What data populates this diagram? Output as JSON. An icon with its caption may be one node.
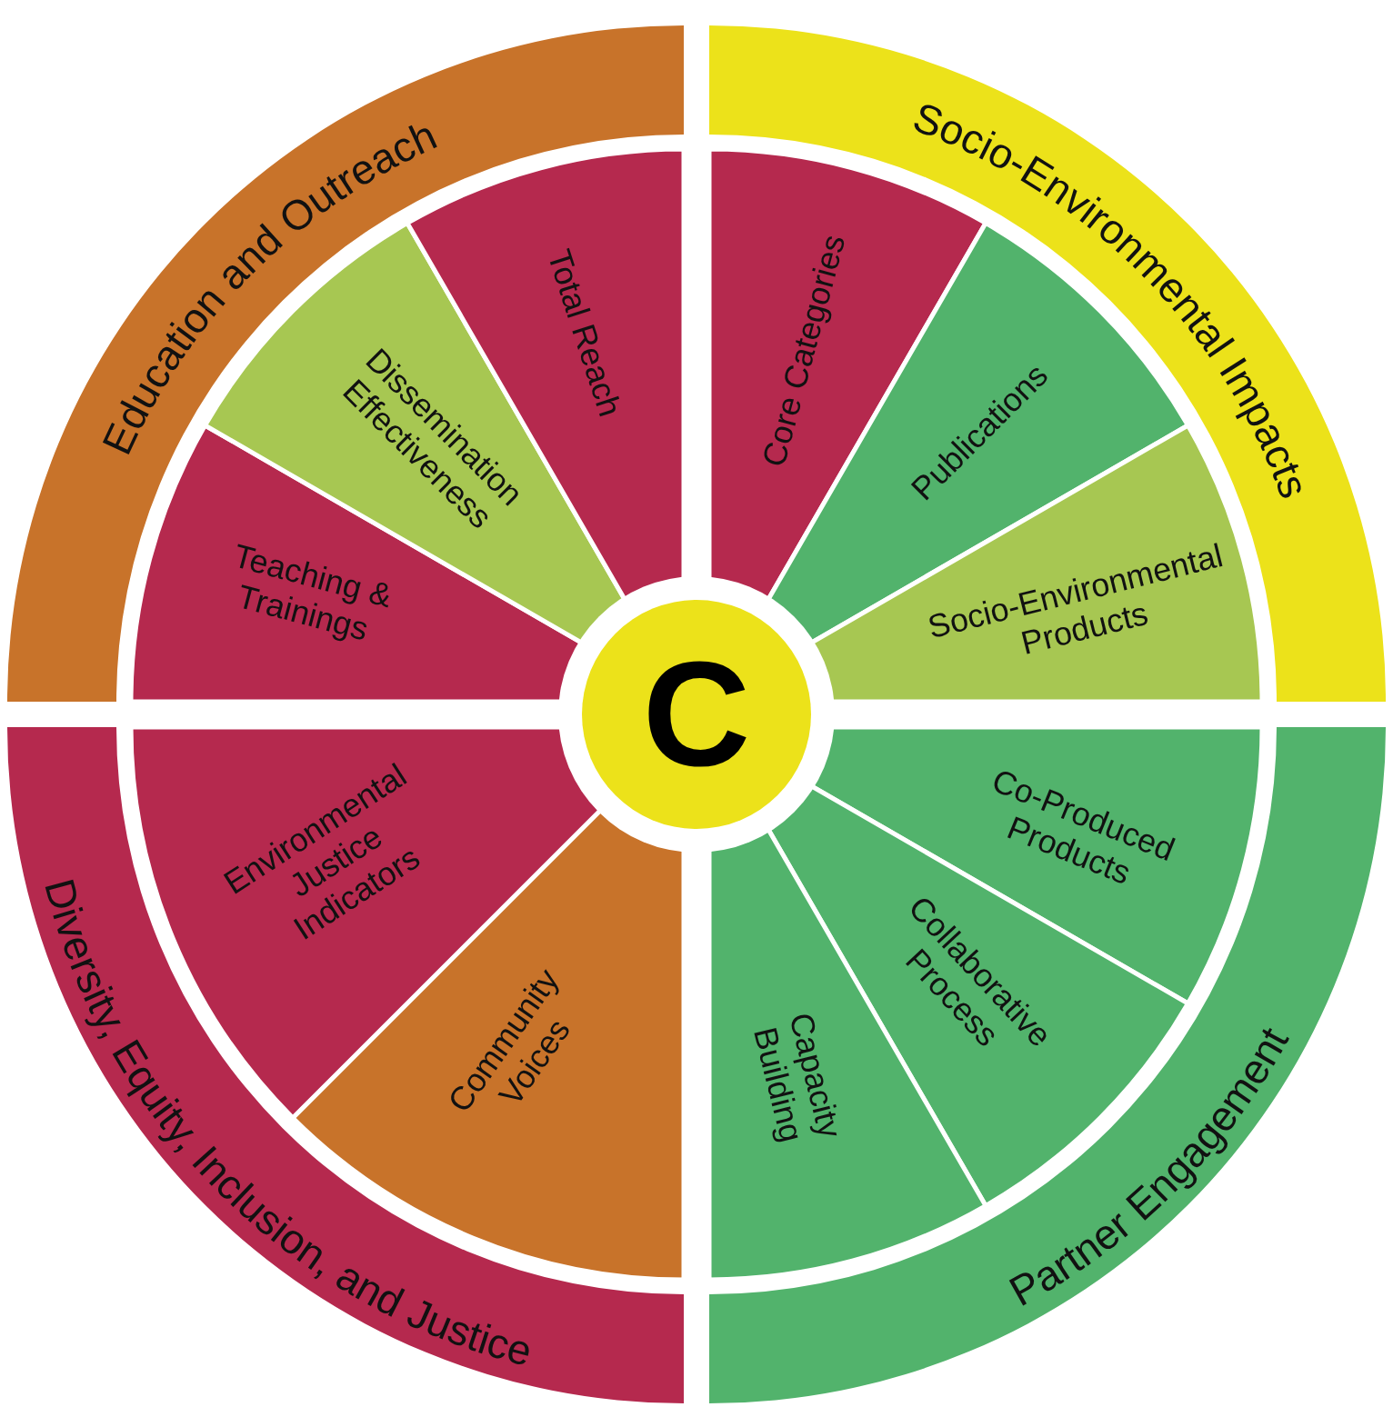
{
  "diagram": {
    "nodes": [
      {
        "text": [
          "Education and Outreach"
        ]
      },
      {
        "text": [
          "Teaching & Trainings"
        ]
      },
      {
        "text": [
          "Dissemination Effectiveness"
        ]
      },
      {
        "text": [
          "Total Reach"
        ]
      },
      {
        "text": [
          "Socio-Environmental Impacts"
        ]
      },
      {
        "text": [
          "Core Categories"
        ]
      },
      {
        "text": [
          "Publications"
        ]
      },
      {
        "text": [
          "Socio-Environmental Products"
        ]
      },
      {
        "text": [
          "C"
        ]
      },
      {
        "text": [
          "Diversity, Equity, Inclusion, and Justice"
        ]
      },
      {
        "text": [
          "Environmental Justice Indicators"
        ]
      },
      {
        "text": [
          "Community Voices"
        ]
      },
      {
        "text": [
          "Partner Engagement"
        ]
      },
      {
        "text": [
          "Co-Produced Products"
        ]
      },
      {
        "text": [
          "Collaborative Process"
        ]
      },
      {
        "text": [
          "Capacity Building"
        ]
      }
    ]
  }
}
